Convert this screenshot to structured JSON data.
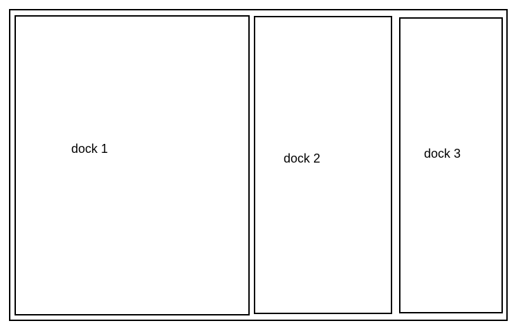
{
  "docks": [
    {
      "label": "dock 1"
    },
    {
      "label": "dock 2"
    },
    {
      "label": "dock 3"
    }
  ],
  "colors": {
    "border": "#000000",
    "background": "#ffffff",
    "text": "#000000"
  }
}
